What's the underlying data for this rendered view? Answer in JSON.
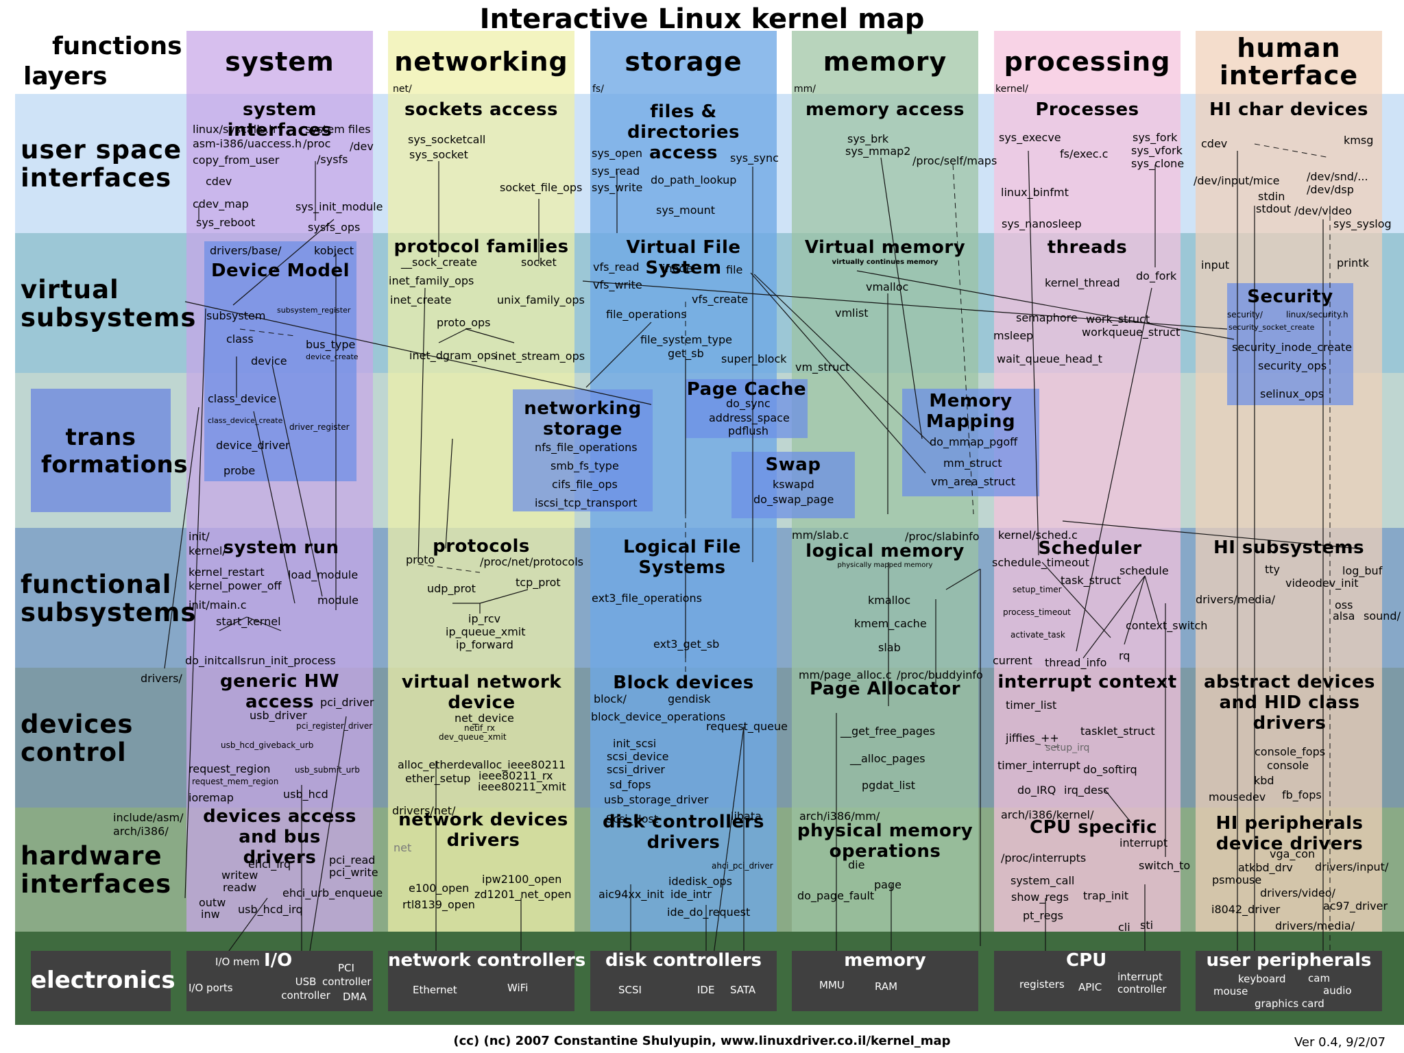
{
  "title": "Interactive Linux kernel map",
  "footer": "(cc) (nc) 2007 Constantine Shulyupin, www.linuxdriver.co.il/kernel_map",
  "version": "Ver 0.4, 9/2/07",
  "axis": {
    "functions": "functions",
    "layers": "layers"
  },
  "columns": {
    "system": "system",
    "networking": "networking",
    "storage": "storage",
    "memory": "memory",
    "processing": "processing",
    "human": "human interface"
  },
  "column_paths": {
    "networking": "net/",
    "storage": "fs/",
    "memory": "mm/",
    "processing": "kernel/"
  },
  "rows": {
    "user_space": "user space interfaces",
    "virtual": "virtual subsystems",
    "transformations": "trans formations",
    "functional": "functional subsystems",
    "devices": "devices control",
    "hardware": "hardware interfaces",
    "electronics": "electronics"
  },
  "colors": {
    "system": "#c8a6e8",
    "networking": "#eef0a8",
    "storage": "#8fbbec",
    "memory": "#9dc4a2",
    "processing": "#f5c2dc",
    "human": "#f0d0b8",
    "electronics_band": "#3f6b3f",
    "electronics_box": "#404040",
    "transform_box": "#6b8de6"
  },
  "labels": {
    "system": {
      "system_interfaces": "system interfaces",
      "syscalls_h": "linux/syscalls.h",
      "system_files": "system files",
      "uaccess_h": "asm-i386/uaccess.h",
      "proc": "/proc",
      "dev": "/dev",
      "copy_from_user": "copy_from_user",
      "sysfs": "/sysfs",
      "cdev": "cdev",
      "cdev_map": "cdev_map",
      "sys_init_module": "sys_init_module",
      "sys_reboot": "sys_reboot",
      "sysfs_ops": "sysfs_ops",
      "drivers_base": "drivers/base/",
      "kobject": "kobject",
      "device_model": "Device Model",
      "subsystem": "subsystem",
      "subsystem_register": "subsystem_register",
      "class": "class",
      "bus_type": "bus_type",
      "device": "device",
      "device_create": "device_create",
      "class_device": "class_device",
      "class_device_create": "class_device_create",
      "driver_register": "driver_register",
      "device_driver": "device_driver",
      "probe": "probe",
      "init": "init/",
      "kernel": "kernel/",
      "system_run": "system run",
      "kernel_restart": "kernel_restart",
      "load_module": "load_module",
      "kernel_power_off": "kernel_power_off",
      "init_main_c": "init/main.c",
      "module": "module",
      "start_kernel": "start_kernel",
      "do_initcalls": "do_initcalls",
      "run_init_process": "run_init_process",
      "drivers": "drivers/",
      "generic_hw_access": "generic HW access",
      "pci_driver": "pci_driver",
      "usb_driver": "usb_driver",
      "pci_register_driver": "pci_register_driver",
      "usb_hcd_giveback_urb": "usb_hcd_giveback_urb",
      "request_region": "request_region",
      "usb_submit_urb": "usb_submit_urb",
      "request_mem_region": "request_mem_region",
      "usb_hcd": "usb_hcd",
      "ioremap": "ioremap",
      "include_asm": "include/asm/",
      "arch_i386": "arch/i386/",
      "devices_access": "devices access and bus drivers",
      "ehci_irq": "ehci_irq",
      "pci_read": "pci_read",
      "writew": "writew",
      "pci_write": "pci_write",
      "readw": "readw",
      "ehci_urb_enqueue": "ehci_urb_enqueue",
      "outw": "outw",
      "inw": "inw",
      "usb_hcd_irq": "usb_hcd_irq"
    },
    "networking": {
      "sockets_access": "sockets access",
      "sys_socketcall": "sys_socketcall",
      "sys_socket": "sys_socket",
      "socket_file_ops": "socket_file_ops",
      "protocol_families": "protocol families",
      "sock_create": "__sock_create",
      "socket": "socket",
      "inet_family_ops": "inet_family_ops",
      "inet_create": "inet_create",
      "unix_family_ops": "unix_family_ops",
      "proto_ops": "proto_ops",
      "inet_dgram_ops": "inet_dgram_ops",
      "inet_stream_ops": "inet_stream_ops",
      "networking_storage": "networking storage",
      "nfs_file_operations": "nfs_file_operations",
      "smb_fs_type": "smb_fs_type",
      "cifs_file_ops": "cifs_file_ops",
      "iscsi_tcp_transport": "iscsi_tcp_transport",
      "proto": "proto",
      "protocols": "protocols",
      "proc_net_protocols": "/proc/net/protocols",
      "udp_prot": "udp_prot",
      "tcp_prot": "tcp_prot",
      "ip_rcv": "ip_rcv",
      "ip_queue_xmit": "ip_queue_xmit",
      "ip_forward": "ip_forward",
      "virtual_network_device": "virtual network device",
      "net_device": "net_device",
      "netif_rx": "netif_rx",
      "dev_queue_xmit": "dev_queue_xmit",
      "alloc_etherdev": "alloc_etherdev",
      "alloc_ieee80211": "alloc_ieee80211",
      "ether_setup": "ether_setup",
      "ieee80211_rx": "ieee80211_rx",
      "ieee80211_xmit": "ieee80211_xmit",
      "drivers_net": "drivers/net/",
      "net": "net",
      "network_devices_drivers": "network devices drivers",
      "e100_open": "e100_open",
      "ipw2100_open": "ipw2100_open",
      "rtl8139_open": "rtl8139_open",
      "zd1201_net_open": "zd1201_net_open"
    },
    "storage": {
      "files_directories_access": "files & directories access",
      "sys_open": "sys_open",
      "sys_sync": "sys_sync",
      "sys_read": "sys_read",
      "do_path_lookup": "do_path_lookup",
      "sys_write": "sys_write",
      "sys_mount": "sys_mount",
      "virtual_file_system": "Virtual File System",
      "vfs_read": "vfs_read",
      "inode": "inode",
      "file": "file",
      "vfs_write": "vfs_write",
      "vfs_create": "vfs_create",
      "file_operations": "file_operations",
      "file_system_type": "file_system_type",
      "get_sb": "get_sb",
      "super_block": "super_block",
      "page_cache": "Page Cache",
      "do_sync": "do_sync",
      "address_space": "address_space",
      "pdflush": "pdflush",
      "logical_file_systems": "Logical File Systems",
      "ext3_file_operations": "ext3_file_operations",
      "ext3_get_sb": "ext3_get_sb",
      "block_devices": "Block devices",
      "block": "block/",
      "gendisk": "gendisk",
      "block_device_operations": "block_device_operations",
      "request_queue": "request_queue",
      "init_scsi": "init_scsi",
      "scsi_device": "scsi_device",
      "scsi_driver": "scsi_driver",
      "sd_fops": "sd_fops",
      "usb_storage_driver": "usb_storage_driver",
      "scsi_host": "Scsi_Host",
      "libata": "libata",
      "disk_controllers_drivers": "disk controllers drivers",
      "ahci_pci_driver": "ahci_pci_driver",
      "idedisk_ops": "idedisk_ops",
      "aic94xx_init": "aic94xx_init",
      "ide_intr": "ide_intr",
      "ide_do_request": "ide_do_request"
    },
    "memory": {
      "memory_access": "memory access",
      "sys_brk": "sys_brk",
      "sys_mmap2": "sys_mmap2",
      "proc_self_maps": "/proc/self/maps",
      "virtual_memory": "Virtual memory",
      "virtually_continues_memory": "virtually continues memory",
      "vmalloc": "vmalloc",
      "vmlist": "vmlist",
      "vm_struct": "vm_struct",
      "swap": "Swap",
      "kswapd": "kswapd",
      "do_swap_page": "do_swap_page",
      "memory_mapping": "Memory Mapping",
      "do_mmap_pgoff": "do_mmap_pgoff",
      "mm_struct": "mm_struct",
      "vm_area_struct": "vm_area_struct",
      "mm_slab_c": "mm/slab.c",
      "proc_slabinfo": "/proc/slabinfo",
      "logical_memory": "logical memory",
      "physically_mapped_memory": "physically mapped memory",
      "kmalloc": "kmalloc",
      "kmem_cache": "kmem_cache",
      "slab": "slab",
      "mm_page_alloc_c": "mm/page_alloc.c",
      "proc_buddyinfo": "/proc/buddyinfo",
      "page_allocator": "Page Allocator",
      "get_free_pages": "__get_free_pages",
      "alloc_pages": "__alloc_pages",
      "pgdat_list": "pgdat_list",
      "arch_i386_mm": "arch/i386/mm/",
      "physical_memory_operations": "physical memory operations",
      "die": "die",
      "page": "page",
      "do_page_fault": "do_page_fault"
    },
    "processing": {
      "processes": "Processes",
      "sys_execve": "sys_execve",
      "sys_fork": "sys_fork",
      "fs_exec_c": "fs/exec.c",
      "sys_vfork": "sys_vfork",
      "sys_clone": "sys_clone",
      "linux_binfmt": "linux_binfmt",
      "sys_nanosleep": "sys_nanosleep",
      "threads": "threads",
      "kernel_thread": "kernel_thread",
      "do_fork": "do_fork",
      "semaphore": "semaphore",
      "work_struct": "work_struct",
      "msleep": "msleep",
      "workqueue_struct": "workqueue_struct",
      "wait_queue_head_t": "wait_queue_head_t",
      "kernel_sched_c": "kernel/sched.c",
      "scheduler": "Scheduler",
      "schedule_timeout": "schedule_timeout",
      "schedule": "schedule",
      "task_struct": "task_struct",
      "setup_timer": "setup_timer",
      "process_timeout": "process_timeout",
      "context_switch": "context_switch",
      "activate_task": "activate_task",
      "current": "current",
      "thread_info": "thread_info",
      "rq": "rq",
      "interrupt_context": "interrupt context",
      "timer_list": "timer_list",
      "tasklet_struct": "tasklet_struct",
      "jiffies": "jiffies",
      "plusplus": "++",
      "setup_irq": "setup_irq",
      "timer_interrupt": "timer_interrupt",
      "do_softirq": "do_softirq",
      "do_irq": "do_IRQ",
      "irq_desc": "irq_desc",
      "arch_i386_kernel": "arch/i386/kernel/",
      "cpu_specific": "CPU specific",
      "interrupt": "interrupt",
      "proc_interrupts": "/proc/interrupts",
      "switch_to": "switch_to",
      "system_call": "system_call",
      "show_regs": "show_regs",
      "trap_init": "trap_init",
      "pt_regs": "pt_regs",
      "cli": "cli",
      "sti": "sti"
    },
    "human": {
      "hi_char_devices": "HI char devices",
      "cdev": "cdev",
      "kmsg": "kmsg",
      "dev_input_mice": "/dev/input/mice",
      "dev_snd": "/dev/snd/...",
      "dev_dsp": "/dev/dsp",
      "stdin": "stdin",
      "stdout": "stdout",
      "dev_video": "/dev/video",
      "sys_syslog": "sys_syslog",
      "input": "input",
      "printk": "printk",
      "security": "Security",
      "security_dir": "security/",
      "linux_security_h": "linux/security.h",
      "security_socket_create": "security_socket_create",
      "security_inode_create": "security_inode_create",
      "security_ops": "security_ops",
      "selinux_ops": "selinux_ops",
      "hi_subsystems": "HI subsystems",
      "tty": "tty",
      "log_buf": "log_buf",
      "drivers_media": "drivers/media/",
      "videodev_init": "videodev_init",
      "oss": "oss",
      "alsa": "alsa",
      "sound": "sound/",
      "abstract_devices": "abstract devices and HID class drivers",
      "console_fops": "console_fops",
      "console": "console",
      "kbd": "kbd",
      "mousedev": "mousedev",
      "fb_fops": "fb_fops",
      "hi_peripherals": "HI peripherals device drivers",
      "vga_con": "vga_con",
      "atkbd_drv": "atkbd_drv",
      "drivers_input": "drivers/input/",
      "psmouse": "psmouse",
      "drivers_video": "drivers/video/",
      "i8042_driver": "i8042_driver",
      "ac97_driver": "ac97_driver",
      "drivers_media2": "drivers/media/"
    }
  },
  "electronics": {
    "io": {
      "title": "I/O",
      "io_mem": "I/O mem",
      "io_ports": "I/O ports",
      "usb_controller": "USB controller",
      "pci_controller": "PCI controller",
      "dma": "DMA"
    },
    "network": {
      "title": "network controllers",
      "ethernet": "Ethernet",
      "wifi": "WiFi"
    },
    "disk": {
      "title": "disk controllers",
      "scsi": "SCSI",
      "ide": "IDE",
      "sata": "SATA"
    },
    "memory": {
      "title": "memory",
      "mmu": "MMU",
      "ram": "RAM"
    },
    "cpu": {
      "title": "CPU",
      "registers": "registers",
      "apic": "APIC",
      "interrupt_controller": "interrupt controller"
    },
    "user_peripherals": {
      "title": "user peripherals",
      "keyboard": "keyboard",
      "mouse": "mouse",
      "cam": "cam",
      "audio": "audio",
      "graphics_card": "graphics card"
    }
  }
}
